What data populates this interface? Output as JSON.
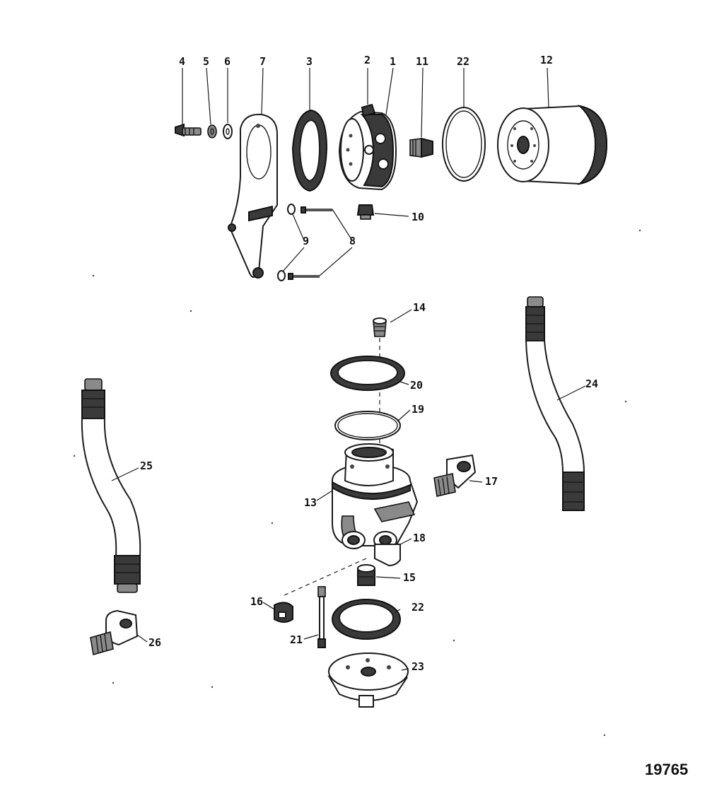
{
  "figure": {
    "number": "19765"
  },
  "callouts": {
    "c1": "1",
    "c2": "2",
    "c3": "3",
    "c4": "4",
    "c5": "5",
    "c6": "6",
    "c7": "7",
    "c8": "8",
    "c9": "9",
    "c10": "10",
    "c11": "11",
    "c12": "12",
    "c13": "13",
    "c14": "14",
    "c15": "15",
    "c16": "16",
    "c17": "17",
    "c18": "18",
    "c19": "19",
    "c20": "20",
    "c21": "21",
    "c22a": "22",
    "c22b": "22",
    "c23": "23",
    "c24": "24",
    "c25": "25",
    "c26": "26"
  }
}
